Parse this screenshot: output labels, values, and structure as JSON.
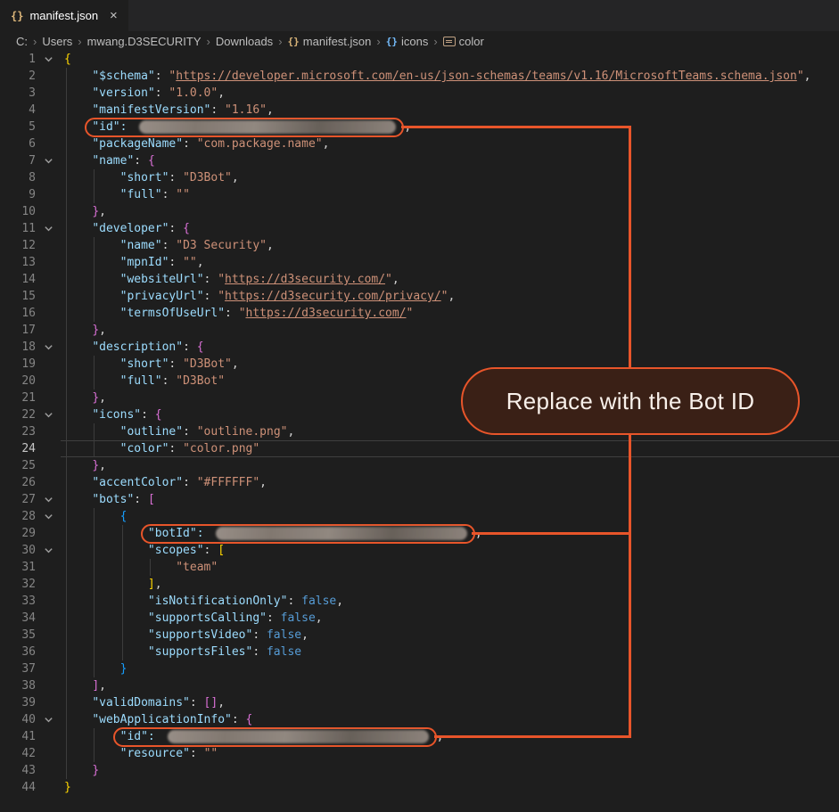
{
  "tab": {
    "label": "manifest.json"
  },
  "icons": {
    "close": "×",
    "json_braces": "{}",
    "object_braces": "{}",
    "breadcrumb_separator": "›"
  },
  "breadcrumb": {
    "items": [
      {
        "label": "C:"
      },
      {
        "label": "Users"
      },
      {
        "label": "mwang.D3SECURITY"
      },
      {
        "label": "Downloads"
      },
      {
        "label": "manifest.json",
        "icon": "json"
      },
      {
        "label": "icons",
        "icon": "object"
      },
      {
        "label": "color",
        "icon": "string"
      }
    ]
  },
  "callout": {
    "text": "Replace with the Bot ID"
  },
  "colors": {
    "accent_orange": "#e8552a",
    "editor_bg": "#1e1e1e",
    "tabbar_bg": "#252526",
    "key": "#9cdcfe",
    "string": "#ce9178",
    "keyword": "#569cd6",
    "bracket_level1": "#ffd700",
    "bracket_level2": "#da70d6",
    "bracket_level3": "#179fff"
  },
  "editor": {
    "current_line": 24,
    "lines": [
      {
        "n": 1,
        "fold": true,
        "t": [
          [
            "b1",
            "{"
          ]
        ]
      },
      {
        "n": 2,
        "t": [
          [
            "ws",
            "    "
          ],
          [
            "key",
            "\"$schema\""
          ],
          [
            "punc",
            ": "
          ],
          [
            "str",
            "\""
          ],
          [
            "link",
            "https://developer.microsoft.com/en-us/json-schemas/teams/v1.16/MicrosoftTeams.schema.json"
          ],
          [
            "str",
            "\""
          ],
          [
            "punc",
            ","
          ]
        ]
      },
      {
        "n": 3,
        "t": [
          [
            "ws",
            "    "
          ],
          [
            "key",
            "\"version\""
          ],
          [
            "punc",
            ": "
          ],
          [
            "str",
            "\"1.0.0\""
          ],
          [
            "punc",
            ","
          ]
        ]
      },
      {
        "n": 4,
        "t": [
          [
            "ws",
            "    "
          ],
          [
            "key",
            "\"manifestVersion\""
          ],
          [
            "punc",
            ": "
          ],
          [
            "str",
            "\"1.16\""
          ],
          [
            "punc",
            ","
          ]
        ]
      },
      {
        "n": 5,
        "t": [
          [
            "ws",
            "    "
          ],
          [
            "pill",
            "\"id\": ",
            "id-top"
          ],
          [
            "punc",
            ","
          ]
        ]
      },
      {
        "n": 6,
        "t": [
          [
            "ws",
            "    "
          ],
          [
            "key",
            "\"packageName\""
          ],
          [
            "punc",
            ": "
          ],
          [
            "str",
            "\"com.package.name\""
          ],
          [
            "punc",
            ","
          ]
        ]
      },
      {
        "n": 7,
        "fold": true,
        "t": [
          [
            "ws",
            "    "
          ],
          [
            "key",
            "\"name\""
          ],
          [
            "punc",
            ": "
          ],
          [
            "b2",
            "{"
          ]
        ]
      },
      {
        "n": 8,
        "t": [
          [
            "ws",
            "        "
          ],
          [
            "key",
            "\"short\""
          ],
          [
            "punc",
            ": "
          ],
          [
            "str",
            "\"D3Bot\""
          ],
          [
            "punc",
            ","
          ]
        ]
      },
      {
        "n": 9,
        "t": [
          [
            "ws",
            "        "
          ],
          [
            "key",
            "\"full\""
          ],
          [
            "punc",
            ": "
          ],
          [
            "str",
            "\"\""
          ]
        ]
      },
      {
        "n": 10,
        "t": [
          [
            "ws",
            "    "
          ],
          [
            "b2",
            "}"
          ],
          [
            "punc",
            ","
          ]
        ]
      },
      {
        "n": 11,
        "fold": true,
        "t": [
          [
            "ws",
            "    "
          ],
          [
            "key",
            "\"developer\""
          ],
          [
            "punc",
            ": "
          ],
          [
            "b2",
            "{"
          ]
        ]
      },
      {
        "n": 12,
        "t": [
          [
            "ws",
            "        "
          ],
          [
            "key",
            "\"name\""
          ],
          [
            "punc",
            ": "
          ],
          [
            "str",
            "\"D3 Security\""
          ],
          [
            "punc",
            ","
          ]
        ]
      },
      {
        "n": 13,
        "t": [
          [
            "ws",
            "        "
          ],
          [
            "key",
            "\"mpnId\""
          ],
          [
            "punc",
            ": "
          ],
          [
            "str",
            "\"\""
          ],
          [
            "punc",
            ","
          ]
        ]
      },
      {
        "n": 14,
        "t": [
          [
            "ws",
            "        "
          ],
          [
            "key",
            "\"websiteUrl\""
          ],
          [
            "punc",
            ": "
          ],
          [
            "str",
            "\""
          ],
          [
            "link",
            "https://d3security.com/"
          ],
          [
            "str",
            "\""
          ],
          [
            "punc",
            ","
          ]
        ]
      },
      {
        "n": 15,
        "t": [
          [
            "ws",
            "        "
          ],
          [
            "key",
            "\"privacyUrl\""
          ],
          [
            "punc",
            ": "
          ],
          [
            "str",
            "\""
          ],
          [
            "link",
            "https://d3security.com/privacy/"
          ],
          [
            "str",
            "\""
          ],
          [
            "punc",
            ","
          ]
        ]
      },
      {
        "n": 16,
        "t": [
          [
            "ws",
            "        "
          ],
          [
            "key",
            "\"termsOfUseUrl\""
          ],
          [
            "punc",
            ": "
          ],
          [
            "str",
            "\""
          ],
          [
            "link",
            "https://d3security.com/"
          ],
          [
            "str",
            "\""
          ]
        ]
      },
      {
        "n": 17,
        "t": [
          [
            "ws",
            "    "
          ],
          [
            "b2",
            "}"
          ],
          [
            "punc",
            ","
          ]
        ]
      },
      {
        "n": 18,
        "fold": true,
        "t": [
          [
            "ws",
            "    "
          ],
          [
            "key",
            "\"description\""
          ],
          [
            "punc",
            ": "
          ],
          [
            "b2",
            "{"
          ]
        ]
      },
      {
        "n": 19,
        "t": [
          [
            "ws",
            "        "
          ],
          [
            "key",
            "\"short\""
          ],
          [
            "punc",
            ": "
          ],
          [
            "str",
            "\"D3Bot\""
          ],
          [
            "punc",
            ","
          ]
        ]
      },
      {
        "n": 20,
        "t": [
          [
            "ws",
            "        "
          ],
          [
            "key",
            "\"full\""
          ],
          [
            "punc",
            ": "
          ],
          [
            "str",
            "\"D3Bot\""
          ]
        ]
      },
      {
        "n": 21,
        "t": [
          [
            "ws",
            "    "
          ],
          [
            "b2",
            "}"
          ],
          [
            "punc",
            ","
          ]
        ]
      },
      {
        "n": 22,
        "fold": true,
        "t": [
          [
            "ws",
            "    "
          ],
          [
            "key",
            "\"icons\""
          ],
          [
            "punc",
            ": "
          ],
          [
            "b2",
            "{"
          ]
        ]
      },
      {
        "n": 23,
        "t": [
          [
            "ws",
            "        "
          ],
          [
            "key",
            "\"outline\""
          ],
          [
            "punc",
            ": "
          ],
          [
            "str",
            "\"outline.png\""
          ],
          [
            "punc",
            ","
          ]
        ]
      },
      {
        "n": 24,
        "cur": true,
        "t": [
          [
            "ws",
            "        "
          ],
          [
            "key",
            "\"color\""
          ],
          [
            "punc",
            ": "
          ],
          [
            "str",
            "\"color.png\""
          ]
        ]
      },
      {
        "n": 25,
        "t": [
          [
            "ws",
            "    "
          ],
          [
            "b2",
            "}"
          ],
          [
            "punc",
            ","
          ]
        ]
      },
      {
        "n": 26,
        "t": [
          [
            "ws",
            "    "
          ],
          [
            "key",
            "\"accentColor\""
          ],
          [
            "punc",
            ": "
          ],
          [
            "str",
            "\"#FFFFFF\""
          ],
          [
            "punc",
            ","
          ]
        ]
      },
      {
        "n": 27,
        "fold": true,
        "t": [
          [
            "ws",
            "    "
          ],
          [
            "key",
            "\"bots\""
          ],
          [
            "punc",
            ": "
          ],
          [
            "b2",
            "["
          ]
        ]
      },
      {
        "n": 28,
        "fold": true,
        "t": [
          [
            "ws",
            "        "
          ],
          [
            "b3",
            "{"
          ]
        ]
      },
      {
        "n": 29,
        "t": [
          [
            "ws",
            "            "
          ],
          [
            "pill",
            "\"botId\": ",
            "bot-id"
          ],
          [
            "punc",
            ","
          ]
        ]
      },
      {
        "n": 30,
        "fold": true,
        "t": [
          [
            "ws",
            "            "
          ],
          [
            "key",
            "\"scopes\""
          ],
          [
            "punc",
            ": "
          ],
          [
            "b1",
            "["
          ]
        ]
      },
      {
        "n": 31,
        "t": [
          [
            "ws",
            "                "
          ],
          [
            "str",
            "\"team\""
          ]
        ]
      },
      {
        "n": 32,
        "t": [
          [
            "ws",
            "            "
          ],
          [
            "b1",
            "]"
          ],
          [
            "punc",
            ","
          ]
        ]
      },
      {
        "n": 33,
        "t": [
          [
            "ws",
            "            "
          ],
          [
            "key",
            "\"isNotificationOnly\""
          ],
          [
            "punc",
            ": "
          ],
          [
            "kw",
            "false"
          ],
          [
            "punc",
            ","
          ]
        ]
      },
      {
        "n": 34,
        "t": [
          [
            "ws",
            "            "
          ],
          [
            "key",
            "\"supportsCalling\""
          ],
          [
            "punc",
            ": "
          ],
          [
            "kw",
            "false"
          ],
          [
            "punc",
            ","
          ]
        ]
      },
      {
        "n": 35,
        "t": [
          [
            "ws",
            "            "
          ],
          [
            "key",
            "\"supportsVideo\""
          ],
          [
            "punc",
            ": "
          ],
          [
            "kw",
            "false"
          ],
          [
            "punc",
            ","
          ]
        ]
      },
      {
        "n": 36,
        "t": [
          [
            "ws",
            "            "
          ],
          [
            "key",
            "\"supportsFiles\""
          ],
          [
            "punc",
            ": "
          ],
          [
            "kw",
            "false"
          ]
        ]
      },
      {
        "n": 37,
        "t": [
          [
            "ws",
            "        "
          ],
          [
            "b3",
            "}"
          ]
        ]
      },
      {
        "n": 38,
        "t": [
          [
            "ws",
            "    "
          ],
          [
            "b2",
            "]"
          ],
          [
            "punc",
            ","
          ]
        ]
      },
      {
        "n": 39,
        "t": [
          [
            "ws",
            "    "
          ],
          [
            "key",
            "\"validDomains\""
          ],
          [
            "punc",
            ": "
          ],
          [
            "b2",
            "[]"
          ],
          [
            "punc",
            ","
          ]
        ]
      },
      {
        "n": 40,
        "fold": true,
        "t": [
          [
            "ws",
            "    "
          ],
          [
            "key",
            "\"webApplicationInfo\""
          ],
          [
            "punc",
            ": "
          ],
          [
            "b2",
            "{"
          ]
        ]
      },
      {
        "n": 41,
        "t": [
          [
            "ws",
            "        "
          ],
          [
            "pill",
            "\"id\": ",
            "webapp-id"
          ],
          [
            "punc",
            ","
          ]
        ]
      },
      {
        "n": 42,
        "t": [
          [
            "ws",
            "        "
          ],
          [
            "key",
            "\"resource\""
          ],
          [
            "punc",
            ": "
          ],
          [
            "str",
            "\"\""
          ]
        ]
      },
      {
        "n": 43,
        "t": [
          [
            "ws",
            "    "
          ],
          [
            "b2",
            "}"
          ]
        ]
      },
      {
        "n": 44,
        "t": [
          [
            "b1",
            "}"
          ]
        ]
      }
    ]
  }
}
